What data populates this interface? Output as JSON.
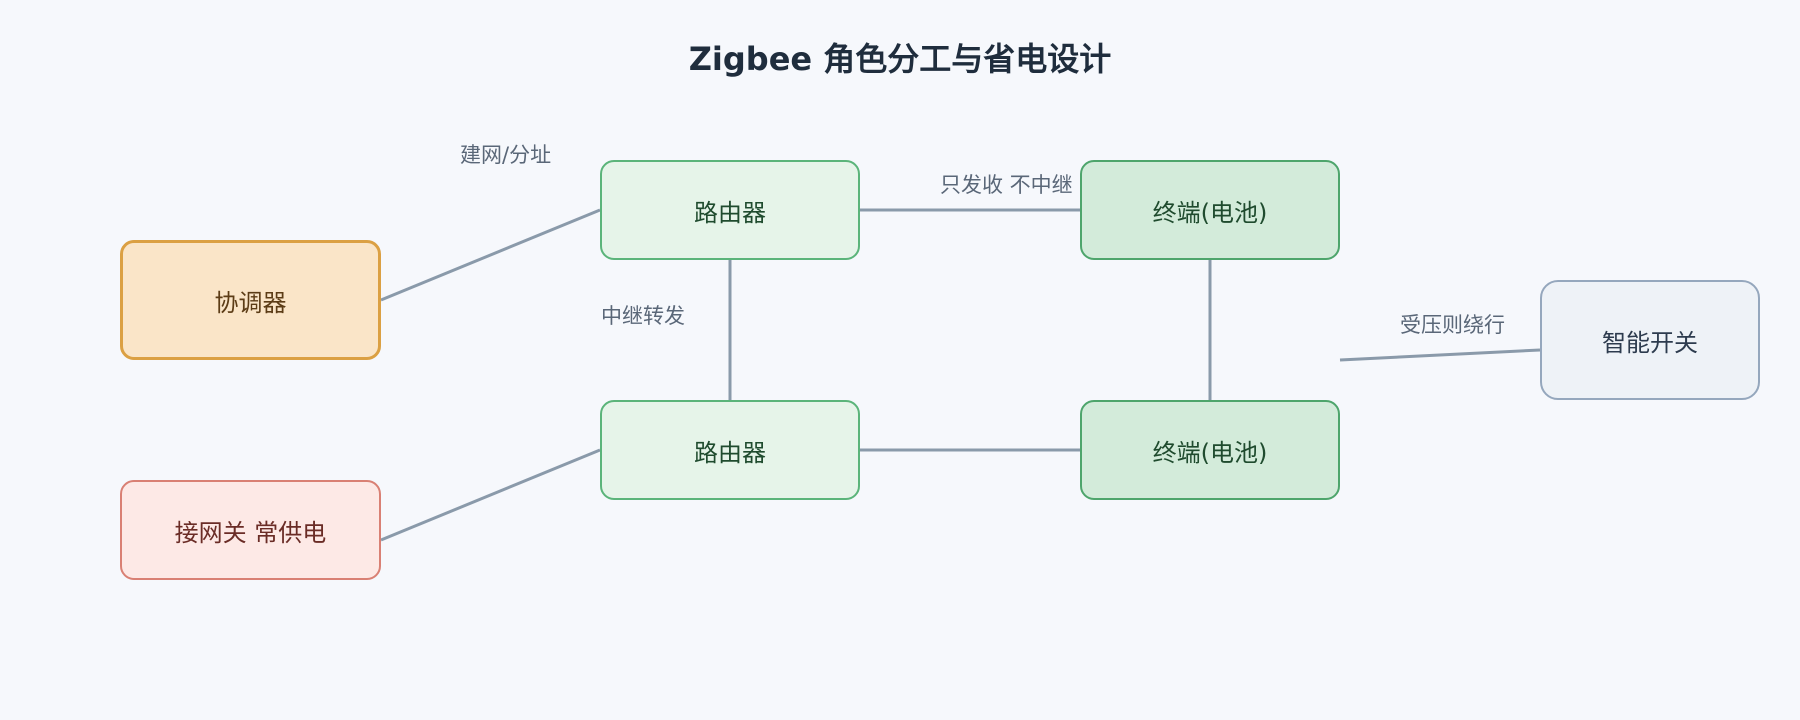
{
  "title": "Zigbee 角色分工与省电设计",
  "nodes": {
    "coordinator": "协调器",
    "router_top": "路由器",
    "router_bottom": "路由器",
    "endpoint_top": "终端(电池)",
    "endpoint_bottom": "终端(电池)",
    "gateway": "接网关 常供电",
    "smart_switch": "智能开关"
  },
  "edge_labels": {
    "build_network": "建网/分址",
    "send_receive_only": "只发收 不中继",
    "relay_forward": "中继转发",
    "reroute_under_load": "受压则绕行"
  },
  "colors": {
    "edge": "#8a9aaa",
    "coordinator_border": "#dba043",
    "router_border": "#5bb47a",
    "gateway_border": "#d98074",
    "switch_border": "#95a7bd"
  }
}
